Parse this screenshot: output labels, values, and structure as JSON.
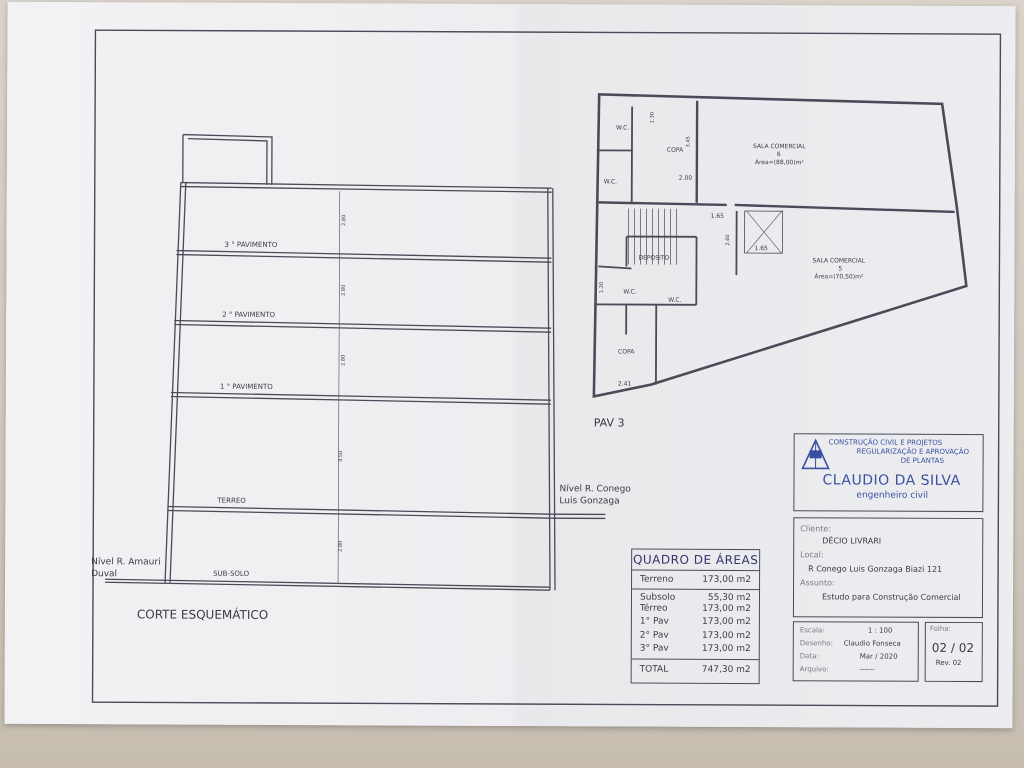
{
  "section": {
    "title": "CORTE ESQUEMÁTICO",
    "levels": [
      {
        "label": "3 ° PAVIMENTO",
        "height": "2.80"
      },
      {
        "label": "2 ° PAVIMENTO",
        "height": "2.80"
      },
      {
        "label": "1 ° PAVIMENTO",
        "height": "2.80"
      },
      {
        "label": "TERREO",
        "height": "4.50"
      },
      {
        "label": "SUB-SOLO",
        "height": "2.80"
      }
    ],
    "left_level_note": [
      "Nível R. Amauri",
      "Duval"
    ],
    "right_level_note": [
      "Nível R. Conego",
      "Luis Gonzaga"
    ]
  },
  "plan": {
    "title": "PAV 3",
    "rooms": {
      "wc_top": "W.C.",
      "wc_mid": "W.C.",
      "copa_top": "COPA",
      "sala6_title": "SALA COMERCIAL",
      "sala6_num": "6",
      "sala6_area": "Área=(88,00)m²",
      "deposito": "DEPOSITO",
      "wc_low_1": "W.C.",
      "wc_low_2": "W.C.",
      "copa_low": "COPA",
      "sala5_title": "SALA COMERCIAL",
      "sala5_num": "5",
      "sala5_area": "Área=(70,50)m²"
    },
    "dims": {
      "d130a": "1.30",
      "d345": "3.45",
      "d200": "2.00",
      "d165a": "1.65",
      "d260": "2.60",
      "d165b": "1.65",
      "d130b": "1.30",
      "d241": "2.41"
    }
  },
  "quadro": {
    "title": "QUADRO DE ÁREAS",
    "rows": [
      {
        "k": "Terreno",
        "v": "173,00 m2"
      },
      {
        "k": "Subsolo",
        "v": "55,30 m2"
      },
      {
        "k": "Térreo",
        "v": "173,00 m2"
      },
      {
        "k": "1° Pav",
        "v": "173,00 m2"
      },
      {
        "k": "2° Pav",
        "v": "173,00 m2"
      },
      {
        "k": "3° Pav",
        "v": "173,00 m2"
      }
    ],
    "total_label": "TOTAL",
    "total_value": "747,30 m2"
  },
  "titleblock": {
    "company_line1": "CONSTRUÇÃO CIVIL E PROJETOS",
    "company_line2": "REGULARIZAÇÃO E APROVAÇÃO",
    "company_line3": "DE PLANTAS",
    "name": "CLAUDIO DA SILVA",
    "role": "engenheiro civil",
    "cliente_label": "Cliente:",
    "cliente": "DÉCIO LIVRARI",
    "local_label": "Local:",
    "local": "R Conego Luis Gonzaga Biazi 121",
    "assunto_label": "Assunto:",
    "assunto": "Estudo para Construção Comercial",
    "escala_label": "Escala:",
    "escala": "1 : 100",
    "desenho_label": "Desenho:",
    "desenho": "Claudio Fonseca",
    "data_label": "Data:",
    "data": "Mar / 2020",
    "arquivo_label": "Arquivo:",
    "arquivo": "------",
    "folha_label": "Folha:",
    "folha": "02 / 02",
    "rev": "Rev. 02"
  },
  "colors": {
    "line": "#4a4a58",
    "paper": "#eeeef1",
    "logo_blue": "#3a4fa0"
  }
}
